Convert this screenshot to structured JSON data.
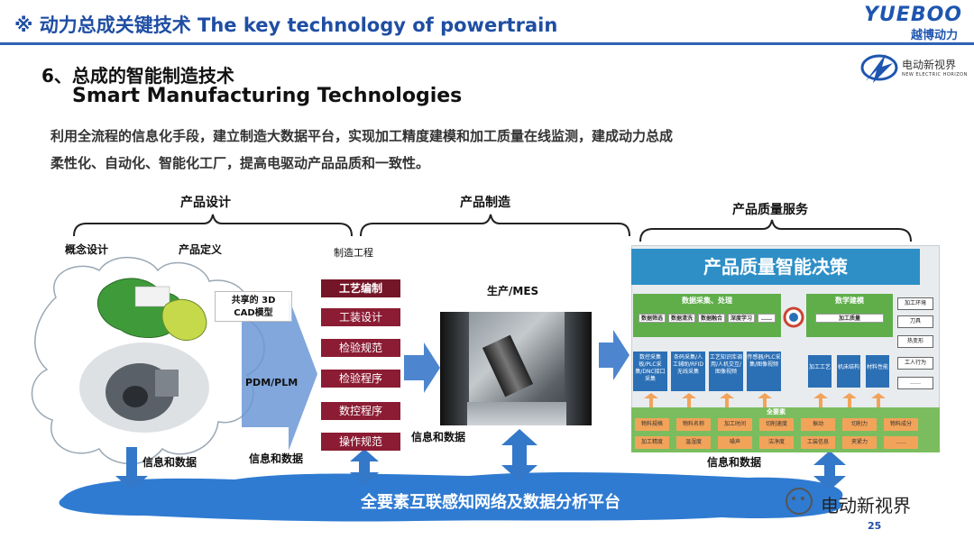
{
  "header": {
    "title": "※ 动力总成关键技术 The key technology of powertrain",
    "logo_main": "YUEBOO",
    "logo_sub": "越博动力",
    "brand2": "电动新视界",
    "brand2_sub": "NEW ELECTRIC HORIZON"
  },
  "section": {
    "title": "6、总成的智能制造技术",
    "subtitle": "Smart Manufacturing Technologies",
    "description_line1": "利用全流程的信息化手段，建立制造大数据平台，实现加工精度建模和加工质量在线监测，建成动力总成",
    "description_line2": "柔性化、自动化、智能化工厂，提高电驱动产品品质和一致性。"
  },
  "phases": {
    "design": "产品设计",
    "manufacturing": "产品制造",
    "quality": "产品质量服务"
  },
  "design": {
    "concept": "概念设计",
    "definition": "产品定义",
    "mfg_eng": "制造工程",
    "shared_cad_line1": "共享的 3D",
    "shared_cad_line2": "CAD模型",
    "pdm": "PDM/PLM"
  },
  "process_steps": [
    "工艺编制",
    "工装设计",
    "检验规范",
    "检验程序",
    "数控程序",
    "操作规范"
  ],
  "production": "生产/MES",
  "info_data": "信息和数据",
  "quality": {
    "title": "产品质量智能决策",
    "collect_title": "数据采集、处理",
    "collect_chips": [
      "数据筛选",
      "数据清洗",
      "数据融合",
      "深度学习",
      "……"
    ],
    "model_title": "数学建模",
    "model_chip": "加工质量",
    "sources": [
      "数控采集板/PLC采集/DNC接口采集",
      "条码采集/人工辅助/RFID无线采集",
      "工艺知识库调用/人机交互/图像视频",
      "传感器/PLC采集/图像视频"
    ],
    "factors": [
      "加工工艺",
      "机床结构",
      "材料性能"
    ],
    "side_items": [
      "加工环境",
      "刀具",
      "热变形",
      "工人行为",
      "……"
    ],
    "all_elements": "全要素",
    "element_row1": [
      "物料规格",
      "物料名称",
      "加工时间",
      "切削速度",
      "振动",
      "切削力",
      "物料成分"
    ],
    "element_row2": [
      "加工精度",
      "温湿度",
      "噪声",
      "洁净度",
      "工装信息",
      "夹紧力",
      "……"
    ]
  },
  "platform": "全要素互联感知网络及数据分析平台",
  "footer": {
    "brand": "电动新视界",
    "page": "25"
  }
}
